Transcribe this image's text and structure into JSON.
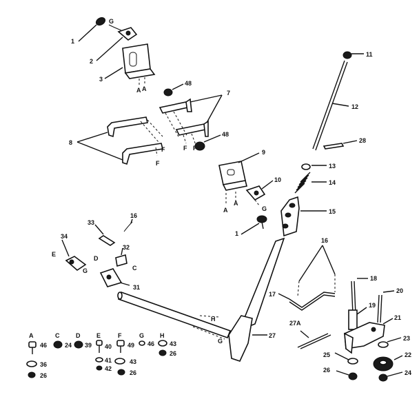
{
  "diagram": {
    "callouts": [
      {
        "id": "c1a",
        "text": "1"
      },
      {
        "id": "c2",
        "text": "2"
      },
      {
        "id": "c3",
        "text": "3"
      },
      {
        "id": "c48a",
        "text": "48"
      },
      {
        "id": "c7",
        "text": "7"
      },
      {
        "id": "c8",
        "text": "8"
      },
      {
        "id": "c48b",
        "text": "48"
      },
      {
        "id": "c9",
        "text": "9"
      },
      {
        "id": "c10",
        "text": "10"
      },
      {
        "id": "c1b",
        "text": "1"
      },
      {
        "id": "c11",
        "text": "11"
      },
      {
        "id": "c12",
        "text": "12"
      },
      {
        "id": "c28",
        "text": "28"
      },
      {
        "id": "c13",
        "text": "13"
      },
      {
        "id": "c14",
        "text": "14"
      },
      {
        "id": "c15",
        "text": "15"
      },
      {
        "id": "c16a",
        "text": "16"
      },
      {
        "id": "c33",
        "text": "33"
      },
      {
        "id": "c34",
        "text": "34"
      },
      {
        "id": "c32",
        "text": "32"
      },
      {
        "id": "c31",
        "text": "31"
      },
      {
        "id": "c16b",
        "text": "16"
      },
      {
        "id": "c17",
        "text": "17"
      },
      {
        "id": "c18",
        "text": "18"
      },
      {
        "id": "c19",
        "text": "19"
      },
      {
        "id": "c20",
        "text": "20"
      },
      {
        "id": "c21",
        "text": "21"
      },
      {
        "id": "c27a",
        "text": "27A"
      },
      {
        "id": "c27",
        "text": "27"
      },
      {
        "id": "c23",
        "text": "23"
      },
      {
        "id": "c22",
        "text": "22"
      },
      {
        "id": "c25",
        "text": "25"
      },
      {
        "id": "c26",
        "text": "26"
      },
      {
        "id": "c24",
        "text": "24"
      }
    ],
    "letters": [
      {
        "id": "lG1",
        "text": "G"
      },
      {
        "id": "lA1",
        "text": "A"
      },
      {
        "id": "lA2",
        "text": "A"
      },
      {
        "id": "lF1",
        "text": "F"
      },
      {
        "id": "lF2",
        "text": "F"
      },
      {
        "id": "lF3",
        "text": "F"
      },
      {
        "id": "lF4",
        "text": "F"
      },
      {
        "id": "lA3",
        "text": "A"
      },
      {
        "id": "lA4",
        "text": "A"
      },
      {
        "id": "lG2",
        "text": "G"
      },
      {
        "id": "lE1",
        "text": "E"
      },
      {
        "id": "lD1",
        "text": "D"
      },
      {
        "id": "lC1",
        "text": "C"
      },
      {
        "id": "lG3",
        "text": "G"
      },
      {
        "id": "lH1",
        "text": "H"
      },
      {
        "id": "lG4",
        "text": "G"
      }
    ],
    "hardware_key": {
      "columns": [
        {
          "letter": "A",
          "items": [
            "46",
            "36",
            "26"
          ]
        },
        {
          "letter": "C",
          "items": [
            "24"
          ]
        },
        {
          "letter": "D",
          "items": [
            "39"
          ]
        },
        {
          "letter": "E",
          "items": [
            "40",
            "41",
            "42"
          ]
        },
        {
          "letter": "F",
          "items": [
            "49",
            "43",
            "26"
          ]
        },
        {
          "letter": "G",
          "items": [
            "46"
          ]
        },
        {
          "letter": "H",
          "items": [
            "43",
            "26"
          ]
        }
      ]
    }
  }
}
